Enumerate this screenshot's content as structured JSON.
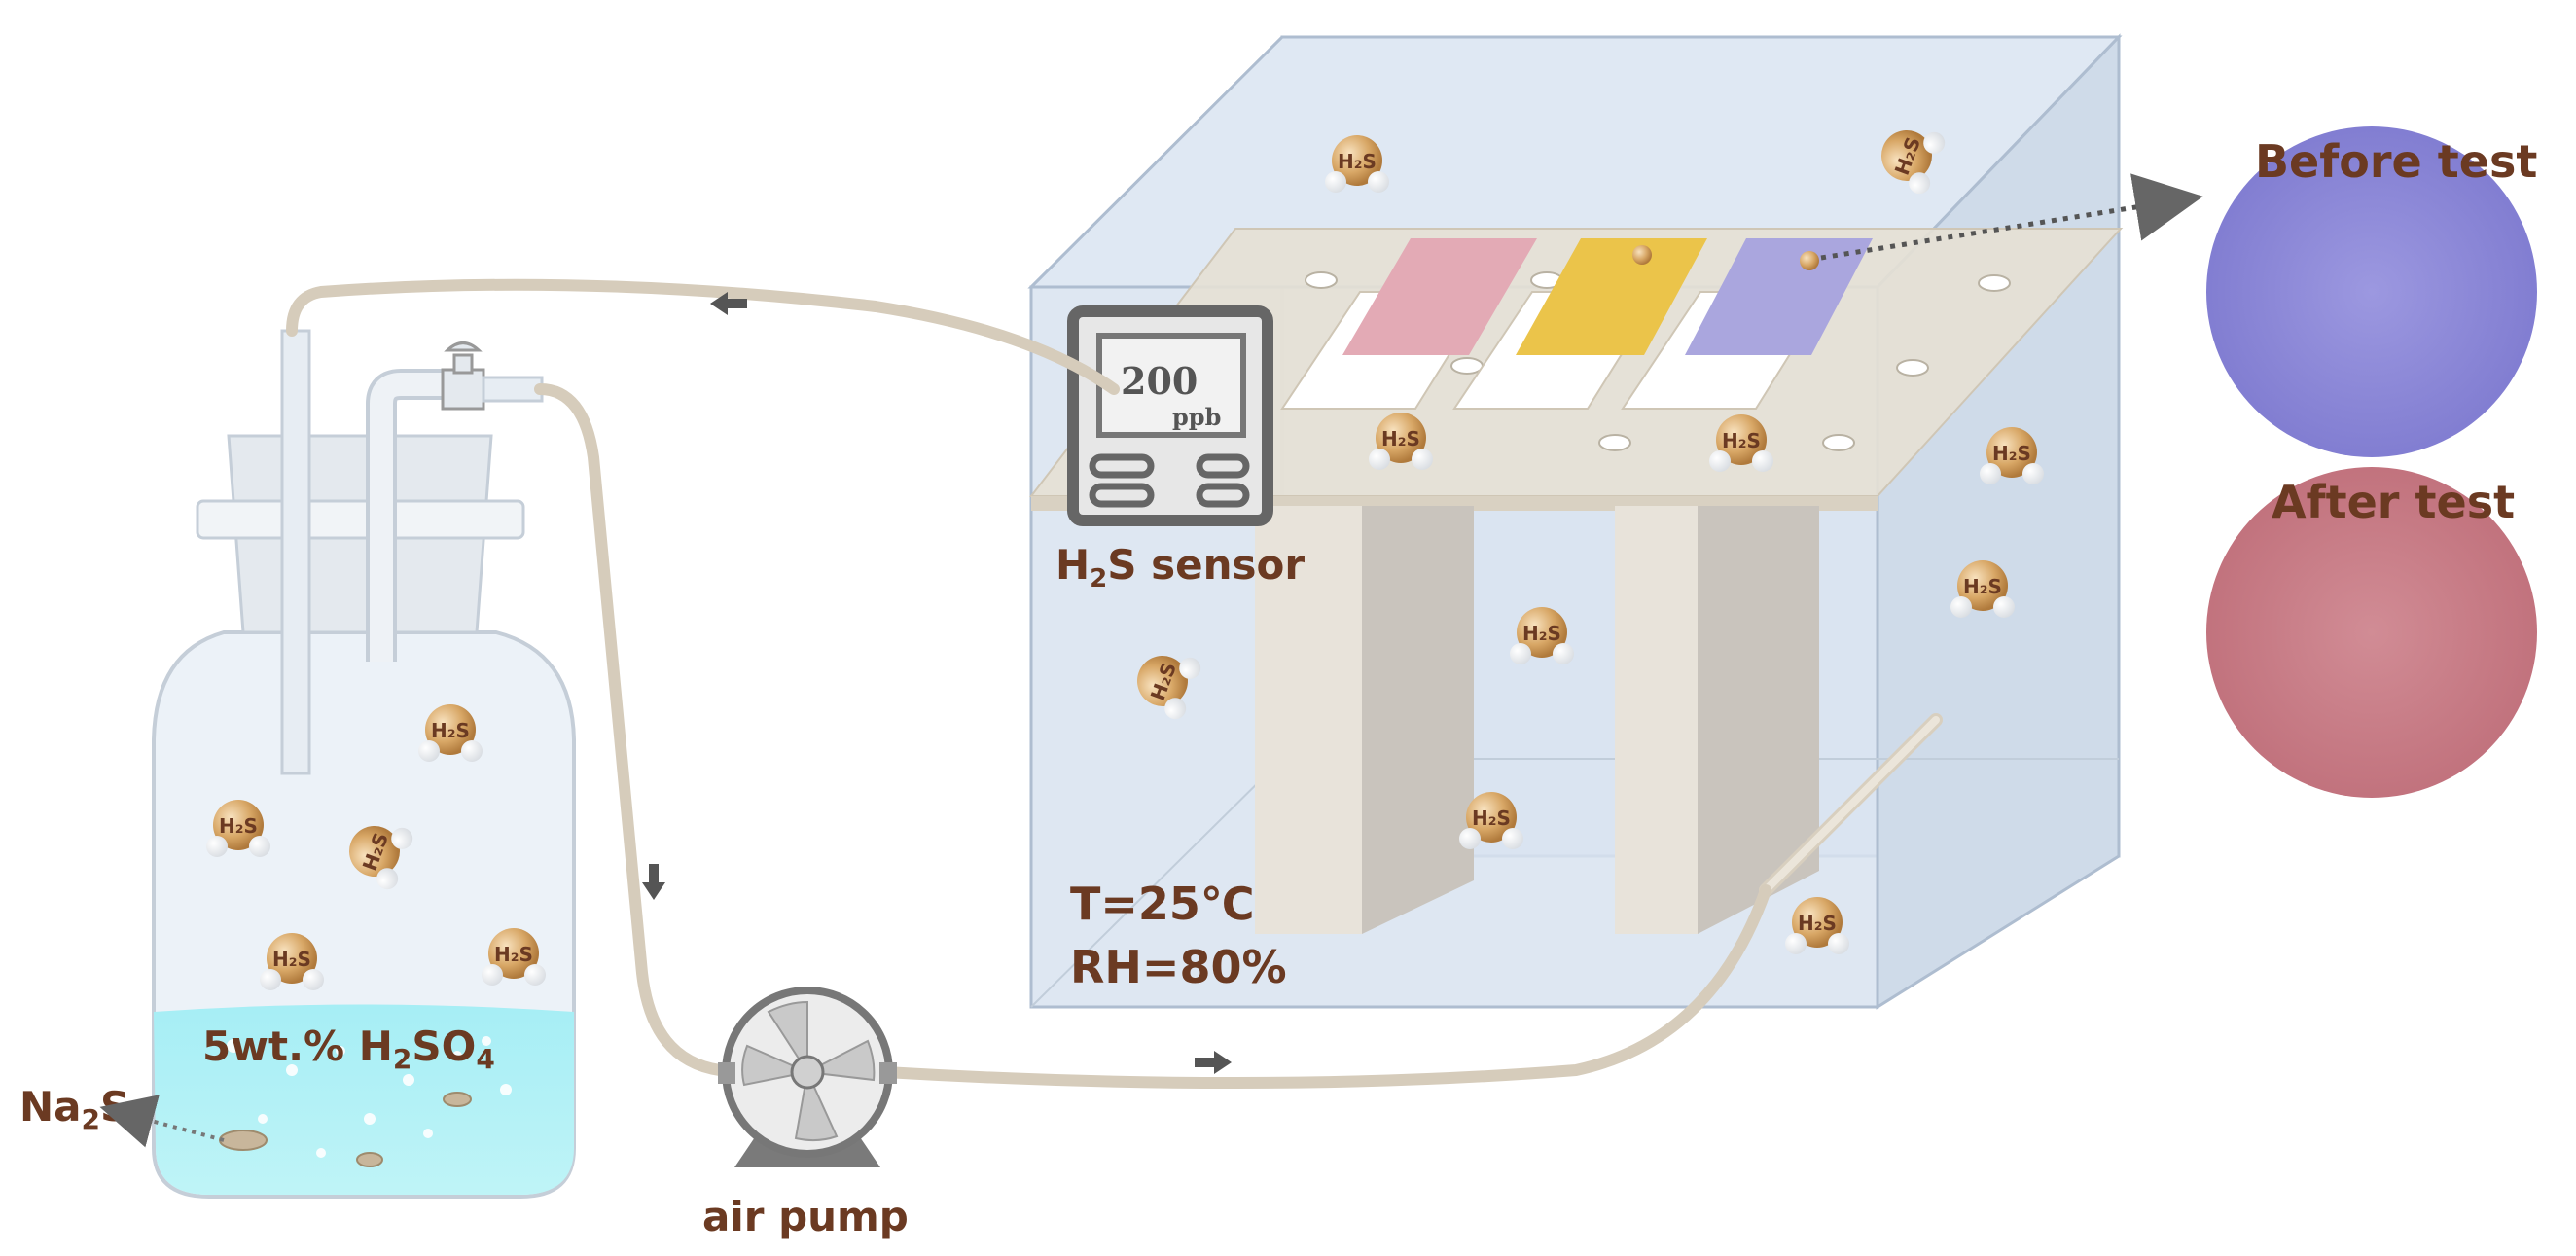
{
  "labels": {
    "before_test": "Before test",
    "after_test": "After test",
    "sensor_caption_pre": "H",
    "sensor_caption_sub": "2",
    "sensor_caption_post": "S sensor",
    "sensor_value": "200",
    "sensor_unit": "ppb",
    "temperature": "T=25℃",
    "humidity": "RH=80%",
    "acid_pre": "5wt.% H",
    "acid_sub1": "2",
    "acid_mid": "SO",
    "acid_sub2": "4",
    "na2s_pre": "Na",
    "na2s_sub": "2",
    "na2s_post": "S",
    "air_pump": "air pump"
  },
  "molecule_label": "H₂S",
  "colors": {
    "label_brown": "#6b3a22",
    "tube": "#d9cfbf",
    "chamber_glass": "#dbe6f2",
    "liquid": "#8fe3ee",
    "before_swatch": "#8a86d6",
    "after_swatch": "#c97b85",
    "strip_red": "#e2a9b4",
    "strip_yellow": "#e9c44a",
    "strip_purple": "#aaa6de"
  }
}
